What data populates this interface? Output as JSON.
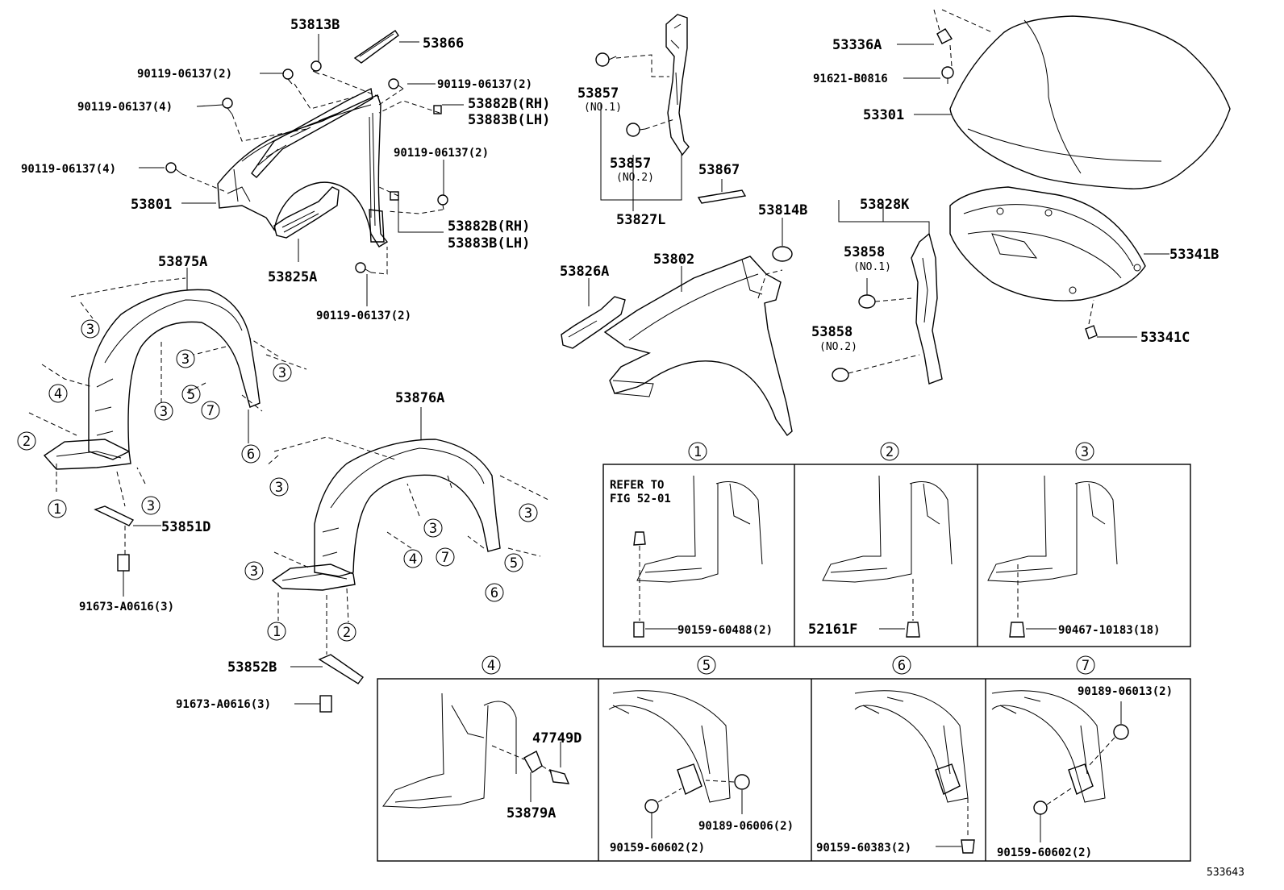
{
  "diagram_id": "533643",
  "parts": {
    "p53813B": "53813B",
    "p53866": "53866",
    "p90119_2_a": "90119-06137(2)",
    "p90119_2_b": "90119-06137(2)",
    "p90119_4_a": "90119-06137(4)",
    "p90119_4_b": "90119-06137(4)",
    "p53882B_rh_a": "53882B(RH)",
    "p53883B_lh_a": "53883B(LH)",
    "p90119_2_c": "90119-06137(2)",
    "p53801": "53801",
    "p53882B_rh_b": "53882B(RH)",
    "p53883B_lh_b": "53883B(LH)",
    "p53825A": "53825A",
    "p90119_2_d": "90119-06137(2)",
    "p53857_1": "53857",
    "p53857_1_sub": "(NO.1)",
    "p53857_2": "53857",
    "p53857_2_sub": "(NO.2)",
    "p53827L": "53827L",
    "p53867": "53867",
    "p53814B": "53814B",
    "p53826A": "53826A",
    "p53802": "53802",
    "p53336A": "53336A",
    "p91621": "91621-B0816",
    "p53301": "53301",
    "p53828K": "53828K",
    "p53858_1": "53858",
    "p53858_1_sub": "(NO.1)",
    "p53858_2": "53858",
    "p53858_2_sub": "(NO.2)",
    "p53341B": "53341B",
    "p53341C": "53341C",
    "p53875A": "53875A",
    "p53851D": "53851D",
    "p91673_a": "91673-A0616(3)",
    "p53876A": "53876A",
    "p53852B": "53852B",
    "p91673_b": "91673-A0616(3)",
    "refer_line1": "REFER TO",
    "refer_line2": "FIG 52-01",
    "p90159_60488": "90159-60488(2)",
    "p52161F": "52161F",
    "p90467": "90467-10183(18)",
    "p47749D": "47749D",
    "p53879A": "53879A",
    "p90159_60602_a": "90159-60602(2)",
    "p90189_06006": "90189-06006(2)",
    "p90159_60383": "90159-60383(2)",
    "p90189_06013": "90189-06013(2)",
    "p90159_60602_b": "90159-60602(2)"
  },
  "callouts": {
    "c1": "1",
    "c2": "2",
    "c3": "3",
    "c4": "4",
    "c5": "5",
    "c6": "6",
    "c7": "7"
  }
}
